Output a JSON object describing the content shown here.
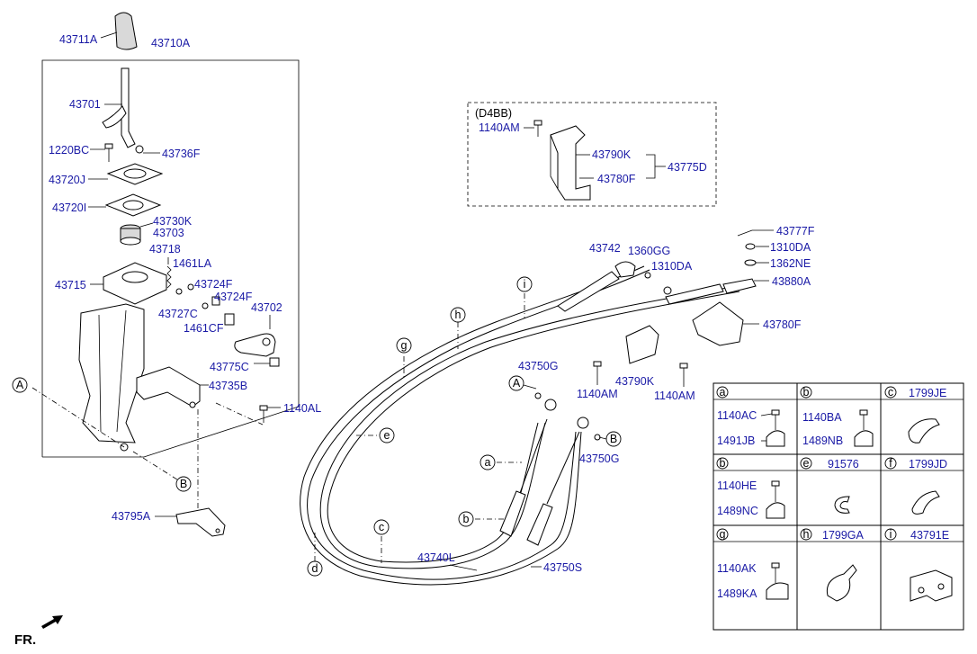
{
  "labels": {
    "p43711A": "43711A",
    "p43710A": "43710A",
    "p43701": "43701",
    "p1220BC": "1220BC",
    "p43736F": "43736F",
    "p43720J": "43720J",
    "p43720I": "43720I",
    "p43730K": "43730K",
    "p43703": "43703",
    "p43718": "43718",
    "p1461LA": "1461LA",
    "p43715": "43715",
    "p43724F_a": "43724F",
    "p43724F_b": "43724F",
    "p43727C": "43727C",
    "p1461CF": "1461CF",
    "p43702": "43702",
    "p43775C": "43775C",
    "p43735B": "43735B",
    "p1140AL": "1140AL",
    "p43795A": "43795A",
    "d4bb": "(D4BB)",
    "p1140AM_top": "1140AM",
    "p43790K_top": "43790K",
    "p43780F_top": "43780F",
    "p43775D": "43775D",
    "p43742": "43742",
    "p1360GG": "1360GG",
    "p1310DA_a": "1310DA",
    "p43777F": "43777F",
    "p1310DA_b": "1310DA",
    "p1362NE": "1362NE",
    "p43880A": "43880A",
    "p43780F": "43780F",
    "p43790K": "43790K",
    "p1140AM_l": "1140AM",
    "p1140AM_r": "1140AM",
    "p43750G_top": "43750G",
    "p43750G_bot": "43750G",
    "p43740L": "43740L",
    "p43750S": "43750S",
    "fr": "FR."
  },
  "callouts": {
    "A": "A",
    "B": "B",
    "a": "a",
    "b": "b",
    "c": "c",
    "d": "d",
    "e": "e",
    "g": "g",
    "h": "h",
    "i": "i"
  },
  "table": {
    "cells": [
      {
        "key": "a",
        "title": "",
        "parts": [
          "1140AC",
          "1491JB"
        ]
      },
      {
        "key": "b",
        "title": "",
        "parts": [
          "1140BA",
          "1489NB"
        ]
      },
      {
        "key": "c",
        "title": "1799JE",
        "parts": []
      },
      {
        "key": "b",
        "title": "",
        "parts": [
          "1140HE",
          "1489NC"
        ]
      },
      {
        "key": "e",
        "title": "91576",
        "parts": []
      },
      {
        "key": "f",
        "title": "1799JD",
        "parts": []
      },
      {
        "key": "g",
        "title": "",
        "parts": [
          "1140AK",
          "1489KA"
        ]
      },
      {
        "key": "h",
        "title": "1799GA",
        "parts": []
      },
      {
        "key": "i",
        "title": "43791E",
        "parts": []
      }
    ]
  }
}
